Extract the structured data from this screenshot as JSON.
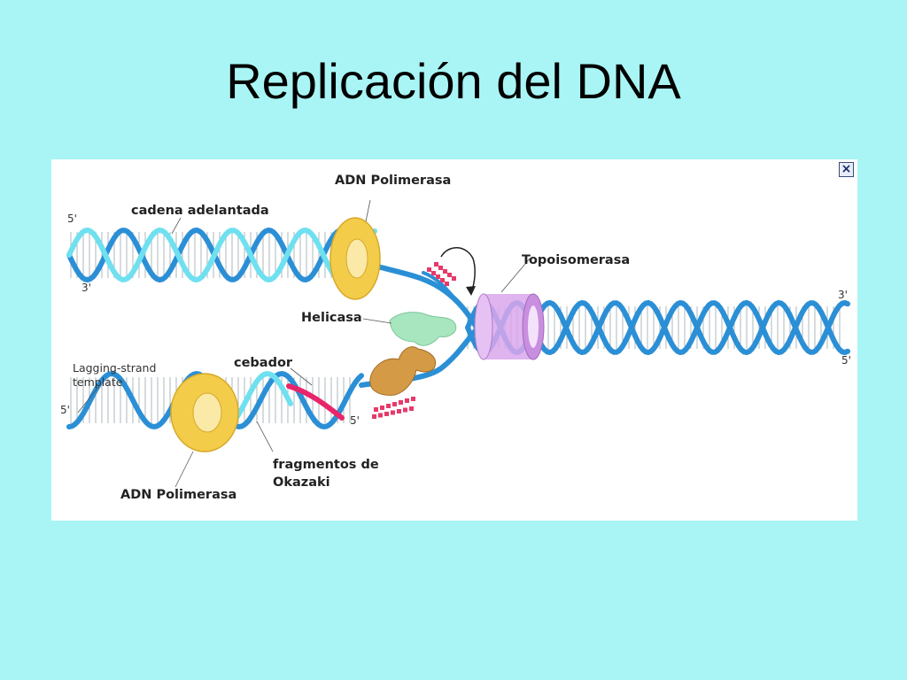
{
  "slide": {
    "title": "Replicación del DNA"
  },
  "figure": {
    "close_icon": "×",
    "labels": {
      "adn_polimerasa_top": "ADN Polimerasa",
      "cadena_adelantada": "cadena adelantada",
      "topoisomerasa": "Topoisomerasa",
      "helicasa": "Helicasa",
      "cebador": "cebador",
      "lagging_strand_line1": "Lagging-strand",
      "lagging_strand_line2": "template",
      "fragmentos_line1": "fragmentos de",
      "fragmentos_line2": "Okazaki",
      "adn_polimerasa_bottom": "ADN Polimerasa"
    },
    "strand_ends": {
      "top_left_5": "5'",
      "top_left_3": "3'",
      "right_3": "3'",
      "right_5": "5'",
      "bottom_left_5": "5'",
      "primer_5": "5'"
    },
    "colors": {
      "strand_dark": "#2b8fd6",
      "strand_light": "#6fe0f0",
      "primer": "#e8246a",
      "polymerase": "#f3cc4a",
      "topoisomerase": "#d9a7ec",
      "helicase": "#a8e6c0",
      "primase": "#d49a45",
      "dots": "#e63a6a"
    }
  }
}
